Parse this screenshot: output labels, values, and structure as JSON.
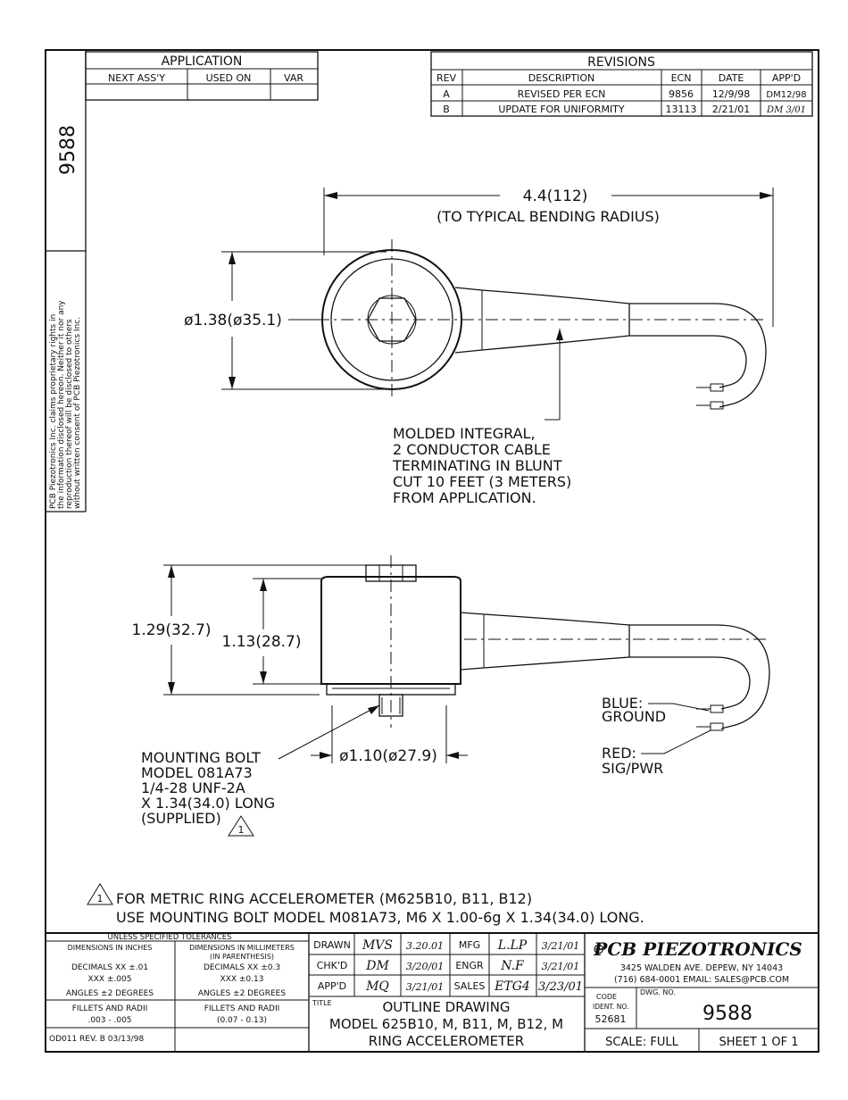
{
  "side_label": {
    "drawing_number": "9588",
    "proprietary": [
      "PCB Piezotronics Inc. claims proprietary rights in",
      "the information disclosed hereon. Neither it nor any",
      "reproduction thereof will be disclosed to others",
      "without written consent of PCB Piezotronics Inc."
    ]
  },
  "application": {
    "title": "APPLICATION",
    "headers": [
      "NEXT ASS'Y",
      "USED ON",
      "VAR"
    ]
  },
  "revisions": {
    "title": "REVISIONS",
    "headers": [
      "REV",
      "DESCRIPTION",
      "ECN",
      "DATE",
      "APP'D"
    ],
    "rows": [
      [
        "A",
        "REVISED PER ECN",
        "9856",
        "12/9/98",
        "DM12/98"
      ],
      [
        "B",
        "UPDATE FOR UNIFORMITY",
        "13113",
        "2/21/01",
        "DM 3/01"
      ]
    ]
  },
  "top_view": {
    "length_dim": "4.4(112)",
    "length_note": "(TO TYPICAL BENDING RADIUS)",
    "diameter_dim": "ø1.38(ø35.1)",
    "cable_note": [
      "MOLDED INTEGRAL,",
      "2 CONDUCTOR CABLE",
      "TERMINATING IN BLUNT",
      "CUT 10 FEET (3 METERS)",
      "FROM APPLICATION."
    ]
  },
  "side_view": {
    "overall_height": "1.29(32.7)",
    "body_height": "1.13(28.7)",
    "base_diameter": "ø1.10(ø27.9)",
    "blue_label": [
      "BLUE:",
      "GROUND"
    ],
    "red_label": [
      "RED:",
      "SIG/PWR"
    ],
    "bolt_note": [
      "MOUNTING BOLT",
      "MODEL 081A73",
      "1/4-28 UNF-2A",
      "X 1.34(34.0) LONG",
      "(SUPPLIED)"
    ],
    "bolt_note_flag": "1"
  },
  "footnote": {
    "flag": "1",
    "line1": "FOR METRIC RING ACCELEROMETER (M625B10, B11, B12)",
    "line2": "USE MOUNTING BOLT MODEL M081A73, M6 X 1.00-6g X 1.34(34.0) LONG."
  },
  "tolerances": {
    "header": "UNLESS SPECIFIED TOLERANCES",
    "inch_head": "DIMENSIONS IN INCHES",
    "mm_head": "DIMENSIONS IN MILLIMETERS",
    "mm_head2": "(IN PARENTHESIS)",
    "inch_decimals": "DECIMALS  XX ±.01",
    "inch_xxx": "XXX ±.005",
    "mm_decimals": "DECIMALS  XX ±0.3",
    "mm_xxx": "XXX ±0.13",
    "inch_angles": "ANGLES ±2 DEGREES",
    "mm_angles": "ANGLES ±2 DEGREES",
    "inch_fillets": "FILLETS AND RADII",
    "inch_fillets_val": ".003 - .005",
    "mm_fillets": "FILLETS AND RADII",
    "mm_fillets_val": "(0.07 - 0.13)",
    "form_id": "OD011 REV. B 03/13/98"
  },
  "signoffs": {
    "drawn_label": "DRAWN",
    "drawn_by": "MVS",
    "drawn_date": "3.20.01",
    "chkd_label": "CHK'D",
    "chkd_by": "DM",
    "chkd_date": "3/20/01",
    "appd_label": "APP'D",
    "appd_by": "MQ",
    "appd_date": "3/21/01",
    "mfg_label": "MFG",
    "mfg_by": "L.LP",
    "mfg_date": "3/21/01",
    "engr_label": "ENGR",
    "engr_by": "N.F",
    "engr_date": "3/21/01",
    "sales_label": "SALES",
    "sales_by": "ETG4",
    "sales_date": "3/23/01"
  },
  "title_block": {
    "title_label": "TITLE",
    "line1": "OUTLINE DRAWING",
    "line2": "MODEL 625B10, M, B11, M, B12, M",
    "line3": "RING ACCELEROMETER"
  },
  "company": {
    "name": "PCB PIEZOTRONICS",
    "address": "3425 WALDEN AVE. DEPEW, NY 14043",
    "contact": "(716) 684-0001  EMAIL: SALES@PCB.COM",
    "code_label": "CODE",
    "ident_label": "IDENT. NO.",
    "code": "52681",
    "dwg_label": "DWG. NO.",
    "dwg_number": "9588",
    "scale": "SCALE:  FULL",
    "sheet": "SHEET 1 OF 1"
  }
}
